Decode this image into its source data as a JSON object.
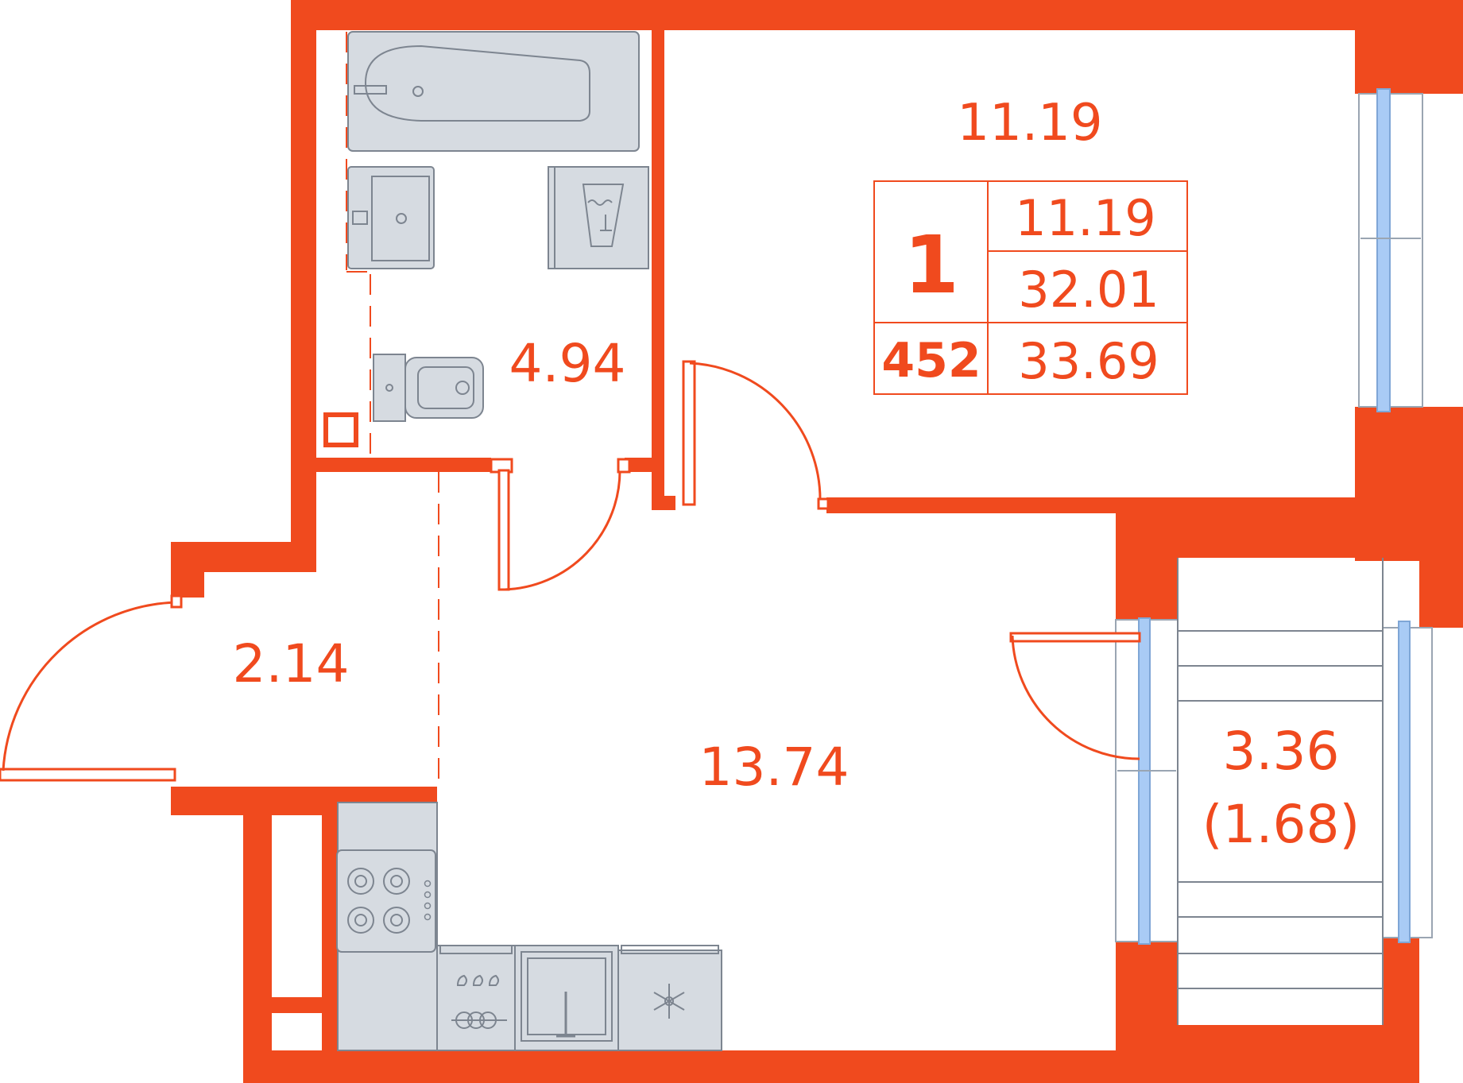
{
  "colors": {
    "wall": "#F04A1E",
    "fixture_fill": "#D6DBE1",
    "fixture_stroke": "#7D8590",
    "window_glass": "#A9CBF5",
    "door_line": "#F04A1E",
    "background": "#FFFFFF"
  },
  "rooms": {
    "living_room": "11.19",
    "bathroom": "4.94",
    "hallway": "2.14",
    "kitchen_living": "13.74",
    "balcony_area": "3.36",
    "balcony_reduced": "(1.68)"
  },
  "info_box": {
    "room_count": "1",
    "apartment_number": "452",
    "living_area": "11.19",
    "total_area": "32.01",
    "total_with_balcony": "33.69"
  },
  "icons": [
    "bathtub-icon",
    "sink-icon",
    "washing-machine-icon",
    "toilet-icon",
    "shaft-icon",
    "stove-icon",
    "dishwasher-icon",
    "kitchen-sink-icon",
    "fridge-icon"
  ]
}
